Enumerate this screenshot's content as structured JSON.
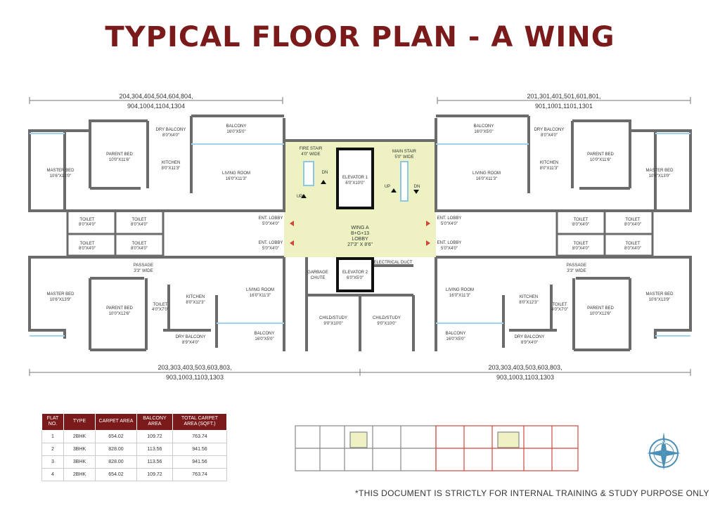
{
  "title": "TYPICAL FLOOR PLAN - A WING",
  "dims": {
    "top_left": [
      "204,304,404,504,604,804,",
      "904,1004,1104,1304"
    ],
    "top_right": [
      "201,301,401,501,601,801,",
      "901,1001,1101,1301"
    ],
    "bottom_left": [
      "203,303,403,503,603,803,",
      "903,1003,1103,1303"
    ],
    "bottom_right": [
      "203,303,403,503,603,803,",
      "903,1003,1103,1303"
    ]
  },
  "rooms": {
    "master_bed": "MASTER BED",
    "master_bed_top_dim": "10'6\"X13'0\"",
    "master_bed_bot_dim": "10'6\"X13'9\"",
    "parent_bed": "PARENT BED",
    "parent_bed_top_dim": "10'0\"X11'6\"",
    "parent_bed_bot_dim": "10'0\"X12'6\"",
    "dry_balcony": "DRY BALCONY",
    "dry_balcony_top_dim": "8'0\"X4'0\"",
    "dry_balcony_bot_dim": "8'9\"X4'0\"",
    "kitchen": "KITCHEN",
    "kitchen_top_dim": "8'0\"X11'3\"",
    "kitchen_bot_dim": "8'0\"X12'3\"",
    "balcony": "BALCONY",
    "balcony_dim": "16'0\"X5'0\"",
    "living_room": "LIVING ROOM",
    "living_room_dim": "16'0\"X11'3\"",
    "toilet": "TOILET",
    "toilet_dim": "8'0\"X4'0\"",
    "toilet_small_dim": "4'0\"X7'0\"",
    "passage": "PASSAGE",
    "passage_dim": "3'3\" WIDE",
    "ent_lobby": "ENT. LOBBY",
    "ent_lobby_dim": "5'0\"X4'0\"",
    "fire_stair": "FIRE STAIR",
    "fire_stair_dim": "4'0\" WIDE",
    "main_stair": "MAIN STAIR",
    "main_stair_dim": "5'0\" WIDE",
    "elevator1": "ELEVATOR 1",
    "elevator1_dim": "6'0\"X10'0\"",
    "elevator2": "ELEVATOR 2",
    "elevator2_dim": "6'0\"X5'0\"",
    "wing": "WING A",
    "floors": "B+G+13",
    "lobby": "LOBBY",
    "lobby_dim": "27'3\" X 8'6\"",
    "electrical_duct": "ELECTRICAL DUCT",
    "garbage": "GARBAGE",
    "chute": "CHUTE",
    "child_study": "CHILD/STUDY",
    "child_study_dim": "9'0\"X10'0\"",
    "up": "UP",
    "dn": "DN"
  },
  "table": {
    "headers": [
      "FLAT NO.",
      "TYPE",
      "CARPET AREA",
      "BALCONY AREA",
      "TOTAL CARPET AREA (SQFT.)"
    ],
    "rows": [
      [
        "1",
        "2BHK",
        "654.02",
        "109.72",
        "763.74"
      ],
      [
        "2",
        "3BHK",
        "828.00",
        "113.56",
        "941.56"
      ],
      [
        "3",
        "3BHK",
        "828.00",
        "113.56",
        "941.56"
      ],
      [
        "4",
        "2BHK",
        "654.02",
        "109.72",
        "763.74"
      ]
    ]
  },
  "compass": "N",
  "note": "*THIS DOCUMENT IS STRICTLY FOR INTERNAL TRAINING & STUDY PURPOSE ONLY",
  "colors": {
    "title": "#7a1a1a",
    "wall": "#6b6b6b",
    "core": "#eef2c2",
    "highlight": "#d0453c"
  }
}
